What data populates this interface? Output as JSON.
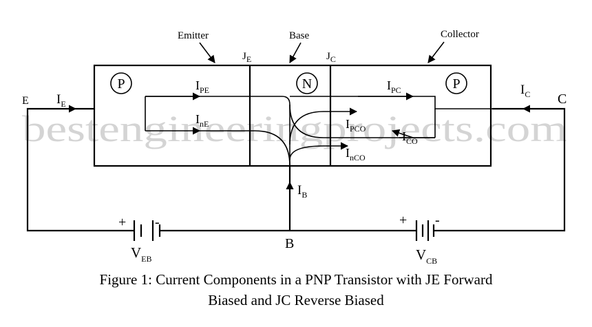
{
  "watermark": "bestengineeringprojects.com",
  "regions": {
    "emitter": "Emitter",
    "base": "Base",
    "collector": "Collector"
  },
  "junctions": {
    "je": {
      "main": "J",
      "sub": "E"
    },
    "jc": {
      "main": "J",
      "sub": "C"
    }
  },
  "region_types": {
    "emitter": "P",
    "base": "N",
    "collector": "P"
  },
  "currents": {
    "ipe": {
      "main": "I",
      "sub": "PE"
    },
    "ine": {
      "main": "I",
      "sub": "nE"
    },
    "ipc": {
      "main": "I",
      "sub": "PC"
    },
    "ipco": {
      "main": "I",
      "sub": "PCO"
    },
    "ico": {
      "main": "I",
      "sub": "CO"
    },
    "inco": {
      "main": "I",
      "sub": "nCO"
    },
    "ie": {
      "main": "I",
      "sub": "E"
    },
    "ic": {
      "main": "I",
      "sub": "C"
    },
    "ib": {
      "main": "I",
      "sub": "B"
    }
  },
  "terminals": {
    "e": "E",
    "c": "C",
    "b": "B"
  },
  "batteries": {
    "veb": {
      "main": "V",
      "sub": "EB",
      "plus": "+",
      "minus": "-"
    },
    "vcb": {
      "main": "V",
      "sub": "CB",
      "plus": "+",
      "minus": "-"
    }
  },
  "caption": {
    "line1": "Figure 1: Current Components in a PNP Transistor with JE Forward",
    "line2": "Biased and JC Reverse Biased"
  }
}
